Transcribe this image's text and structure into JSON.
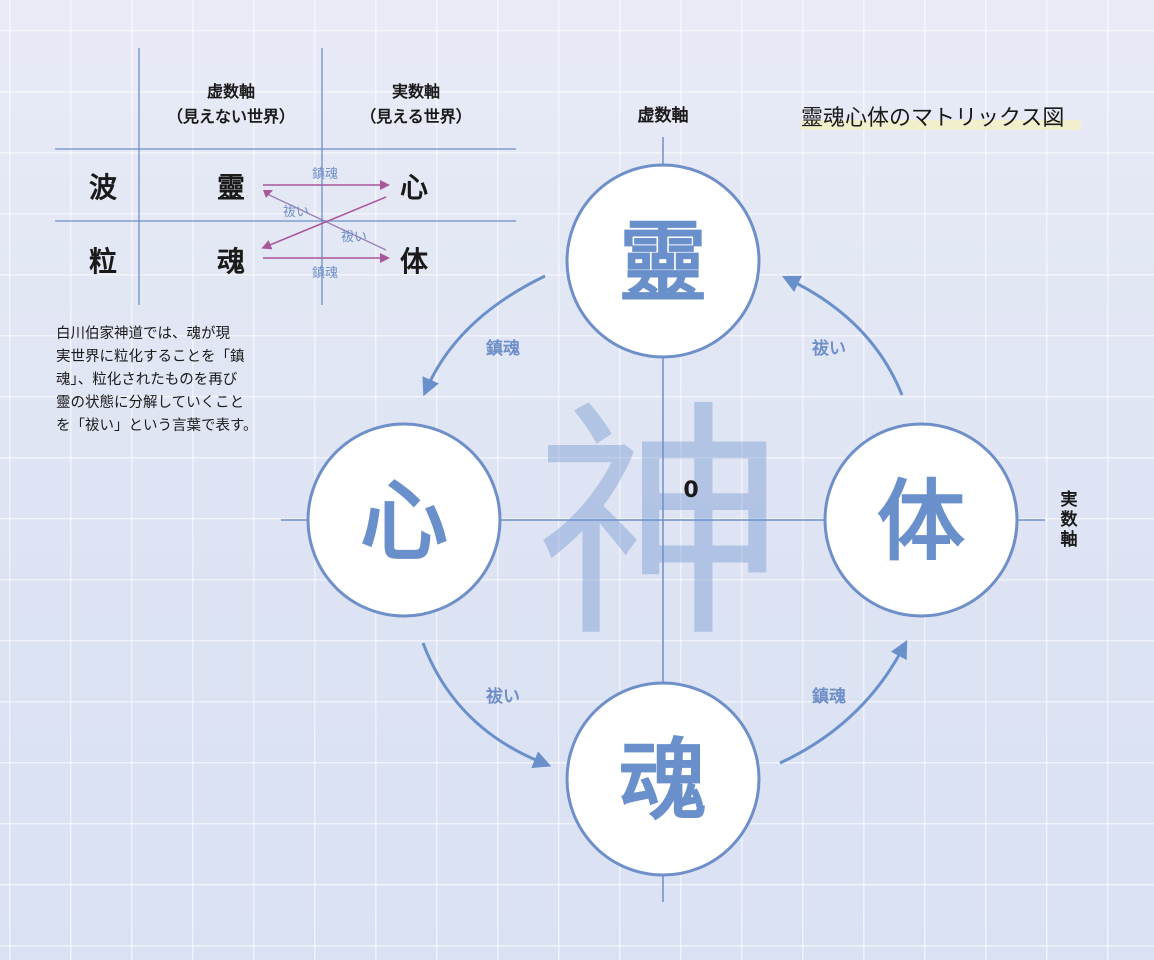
{
  "title": "靈魂心体のマトリックス図",
  "table": {
    "col_headers": [
      {
        "line1": "虚数軸",
        "line2": "（見えない世界）"
      },
      {
        "line1": "実数軸",
        "line2": "（見える世界）"
      }
    ],
    "rows": [
      {
        "head": "波",
        "imaginary": "靈",
        "real": "心"
      },
      {
        "head": "粒",
        "imaginary": "魂",
        "real": "体"
      }
    ],
    "arrow_labels": {
      "top": "鎮魂",
      "cross_left": "祓い",
      "cross_right": "祓い",
      "bottom": "鎮魂"
    }
  },
  "description": "白川伯家神道では、魂が現\n実世界に粒化することを「鎮\n魂」、粒化されたものを再び\n靈の状態に分解していくこと\nを「祓い」という言葉で表す。",
  "diagram": {
    "vertical_axis_label": "虚数軸",
    "horizontal_axis_label": "実数軸",
    "origin_label": "0",
    "watermark": "神",
    "nodes": {
      "top": "靈",
      "left": "心",
      "right": "体",
      "bottom": "魂"
    },
    "arrows": {
      "top_to_left": "鎮魂",
      "right_to_top": "祓い",
      "left_to_bottom": "祓い",
      "bottom_to_right": "鎮魂"
    }
  },
  "colors": {
    "accent_blue": "#6a90cc",
    "table_arrow_purple": "#a8579a",
    "text_dark": "#1a1a1a"
  }
}
